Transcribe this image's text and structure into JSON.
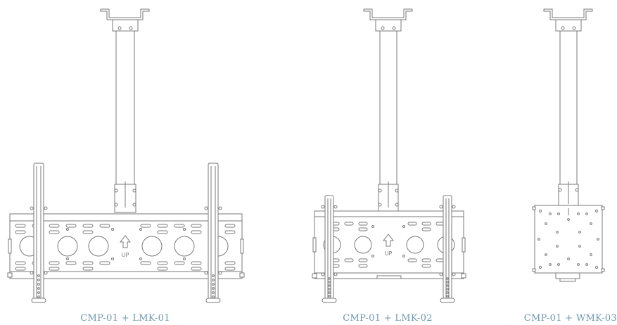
{
  "captions": {
    "mount1": "CMP-01 + LMK-01",
    "mount2": "CMP-01 + LMK-02",
    "mount3": "CMP-01 + WMK-03"
  },
  "labels": {
    "up_arrow_text": "UP"
  },
  "colors": {
    "caption": "#6f97b0",
    "line": "#7a7a7a",
    "fill": "#ffffff"
  }
}
